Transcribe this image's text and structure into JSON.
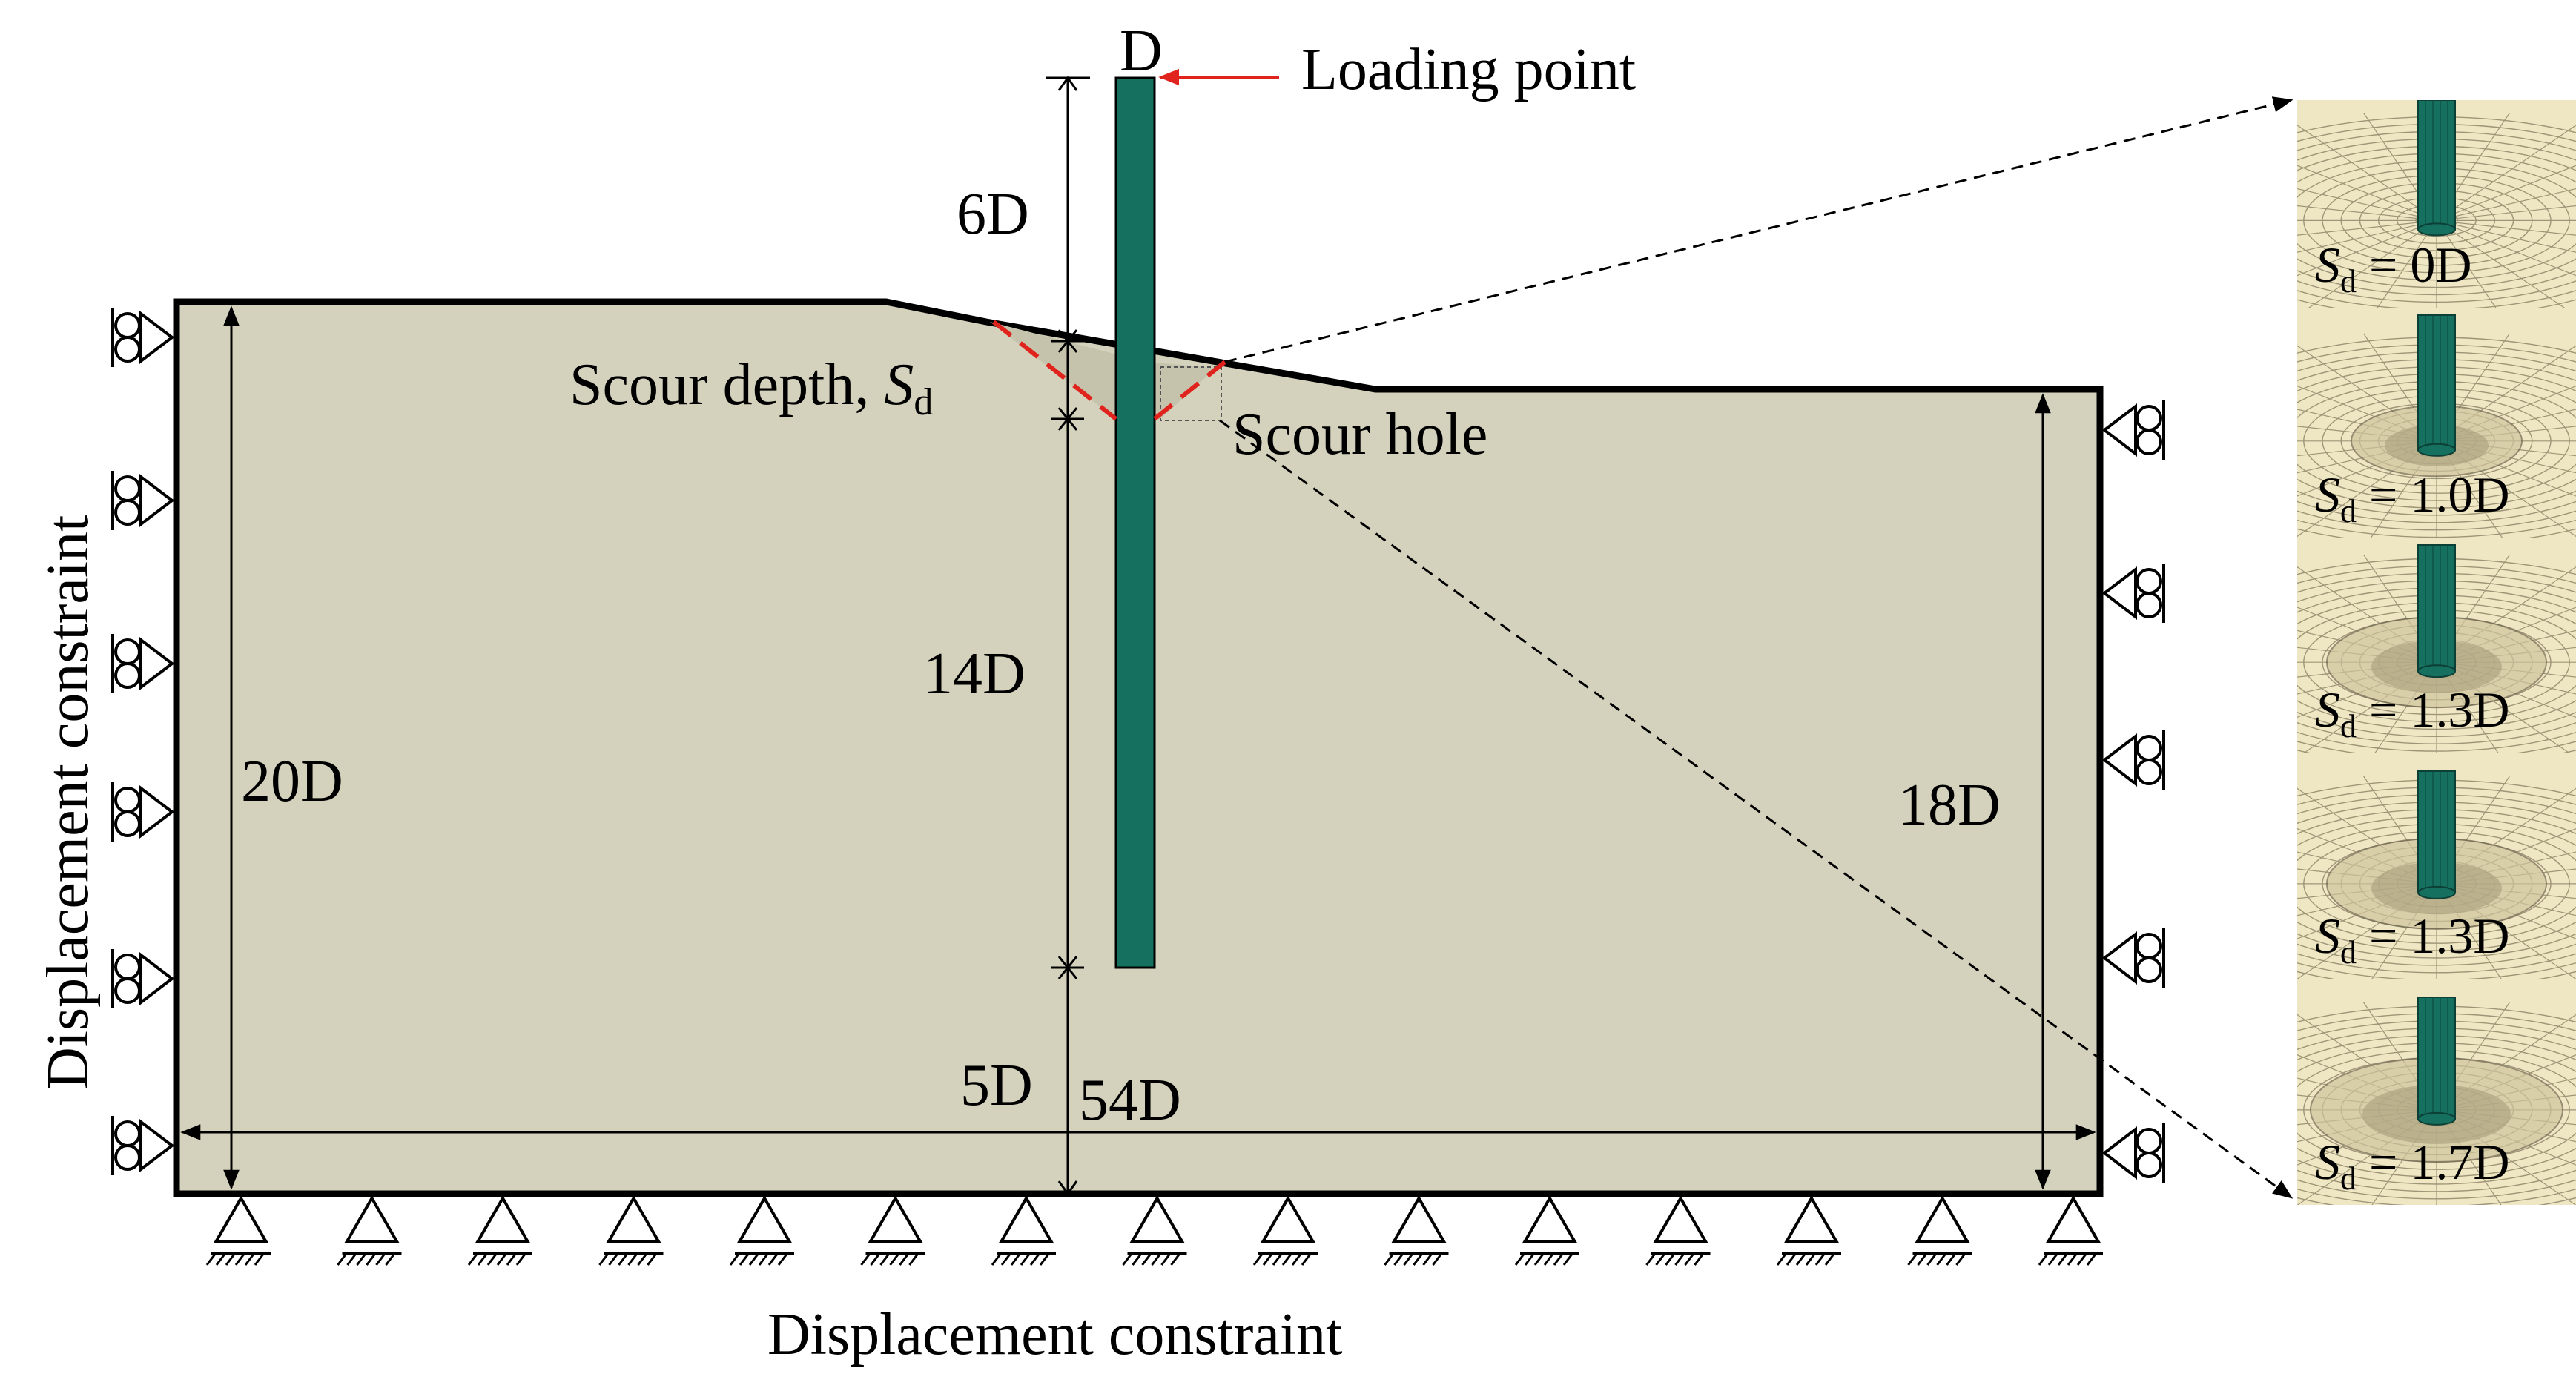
{
  "labels": {
    "pile_diameter": "D",
    "loading_point": "Loading point",
    "pile_above_ground": "6D",
    "scour_depth_text": "Scour depth, ",
    "scour_depth_symbol": "S",
    "scour_depth_sub": "d",
    "scour_hole": "Scour hole",
    "embedded_length": "14D",
    "below_pile_tip": "5D",
    "domain_width": "54D",
    "left_height": "20D",
    "right_height": "18D",
    "left_constraint": "Displacement constraint",
    "bottom_constraint": "Displacement constraint"
  },
  "panels": [
    {
      "sym": "S",
      "sub": "d",
      "value": " = 0D"
    },
    {
      "sym": "S",
      "sub": "d",
      "value": " = 1.0D"
    },
    {
      "sym": "S",
      "sub": "d",
      "value": " = 1.3D"
    },
    {
      "sym": "S",
      "sub": "d",
      "value": " = 1.3D"
    },
    {
      "sym": "S",
      "sub": "d",
      "value": " = 1.7D"
    }
  ],
  "colors": {
    "soil": "#d4d2bd",
    "pile": "#16705f",
    "scour_line": "#e0231c",
    "loading_arrow": "#e0231c",
    "mesh_bg": "#efe7c4"
  }
}
